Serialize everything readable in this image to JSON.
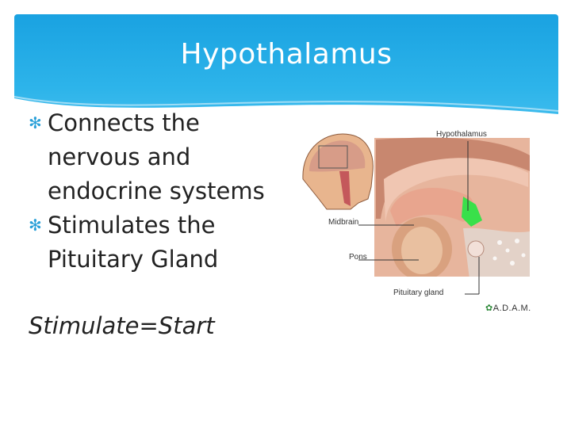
{
  "slide": {
    "title": "Hypothalamus",
    "bullets": [
      {
        "text": "Connects the nervous and endocrine systems"
      },
      {
        "text": "Stimulates the Pituitary Gland"
      }
    ],
    "note": "Stimulate=Start"
  },
  "figure": {
    "labels": {
      "hypothalamus": "Hypothalamus",
      "midbrain": "Midbrain",
      "pons": "Pons",
      "pituitary": "Pituitary gland",
      "logo": "A.D.A.M."
    },
    "colors": {
      "header": "#1aa2e1",
      "hypothalamus_highlight": "#39e04a",
      "tissue": "#c9826a"
    }
  }
}
